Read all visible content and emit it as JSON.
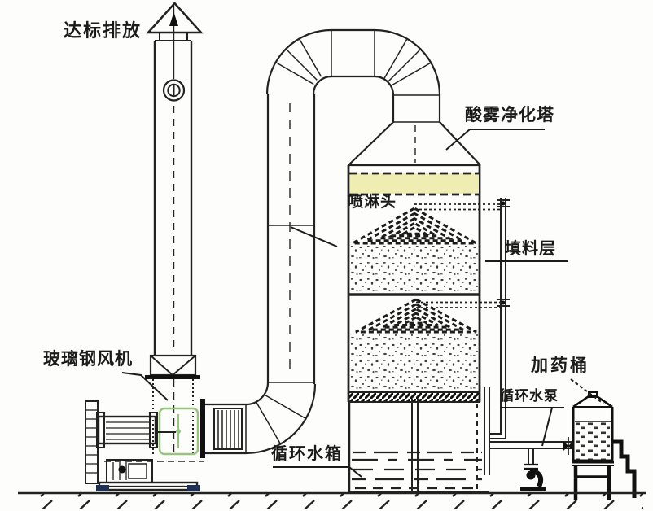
{
  "diagram": {
    "labels": {
      "emission": "达标排放",
      "tower": "酸雾净化塔",
      "spray_head": "喷淋头",
      "packing_layer": "填料层",
      "fan": "玻璃钢风机",
      "water_tank": "循环水箱",
      "pump": "循环水泵",
      "dosing_barrel": "加药桶"
    },
    "colors": {
      "line": "#222222",
      "demister_band": "#efedb2",
      "fan_highlight": "#98c47e",
      "base_foot": "#1e3150",
      "background": "#fdfdfb"
    }
  }
}
